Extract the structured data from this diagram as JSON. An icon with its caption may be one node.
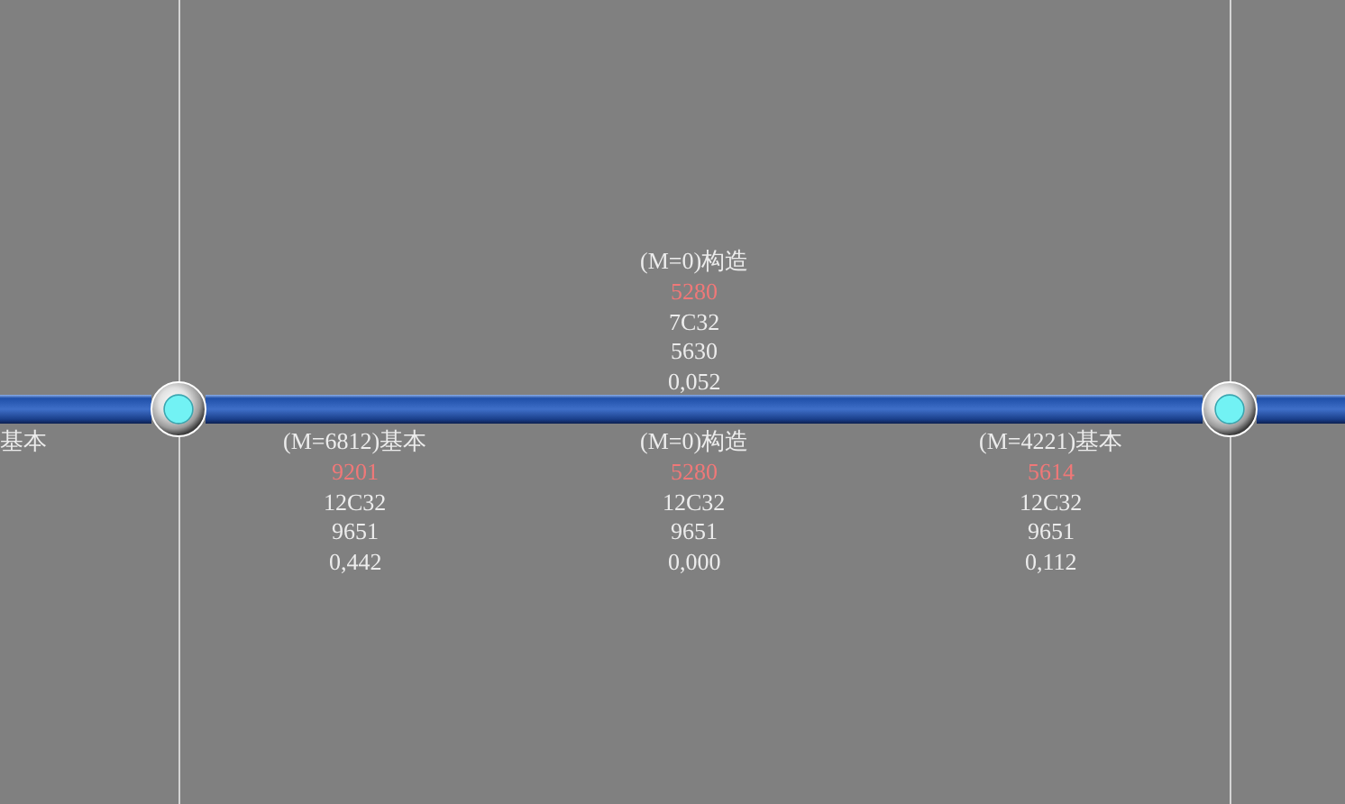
{
  "diagram": {
    "nodes": [
      {
        "text": [],
        "shape": "circle"
      },
      {
        "text": [],
        "shape": "circle"
      }
    ],
    "edges": [
      {
        "from": null,
        "to": 0,
        "arrow": "none"
      },
      {
        "from": 0,
        "to": 1,
        "arrow": "none"
      },
      {
        "from": 1,
        "to": null,
        "arrow": "none"
      }
    ],
    "labels": [
      "(M=0)构造",
      "5280",
      "7C32",
      "5630",
      "0,052",
      "基本",
      "(M=6812)基本",
      "9201",
      "12C32",
      "9651",
      "0,442",
      "(M=0)构造",
      "5280",
      "12C32",
      "9651",
      "0,000",
      "(M=4221)基本",
      "5614",
      "12C32",
      "9651",
      "0,112"
    ]
  }
}
